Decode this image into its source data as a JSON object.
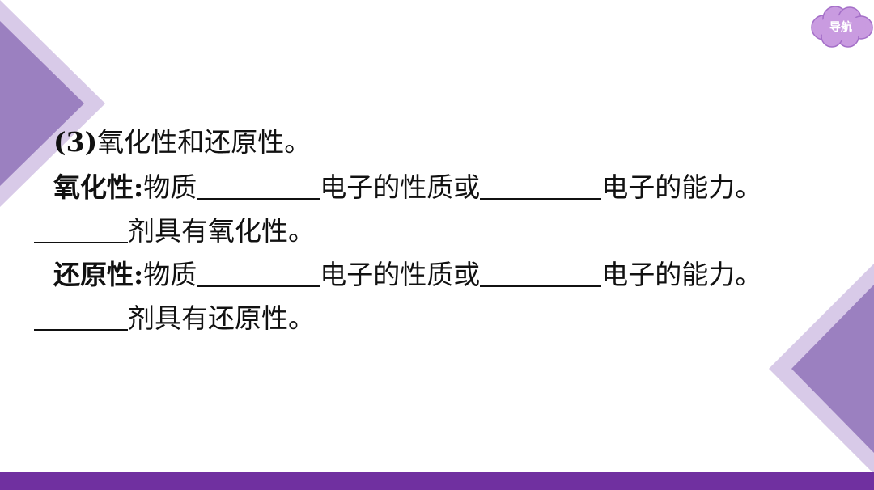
{
  "nav": {
    "label": "导航"
  },
  "content": {
    "heading": {
      "num": "(3)",
      "text": "氧化性和还原性。"
    },
    "oxidizing": {
      "term": "氧化性:",
      "p1": "物质",
      "p2": "电子的性质或",
      "p3": "电子的能力。",
      "agent_text": "剂具有氧化性。"
    },
    "reducing": {
      "term": "还原性:",
      "p1": "物质",
      "p2": "电子的性质或",
      "p3": "电子的能力。",
      "agent_text": "剂具有还原性。"
    }
  },
  "colors": {
    "accent": "#7030a0",
    "triangle_dark": "#9b80c0",
    "triangle_light": "#d8cae8",
    "cloud": "#c99be0"
  }
}
